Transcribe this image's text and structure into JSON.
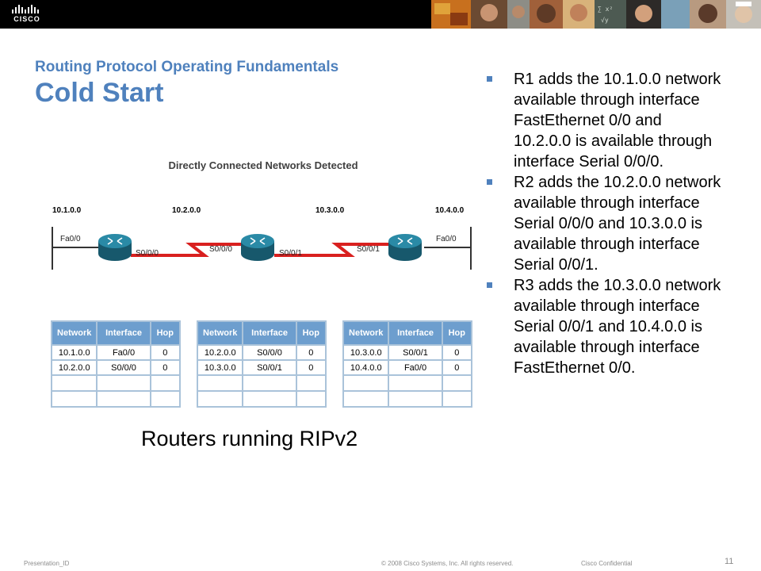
{
  "header": {
    "logo_text": "CISCO"
  },
  "slide": {
    "subtitle": "Routing Protocol Operating Fundamentals",
    "title": "Cold Start",
    "caption": "Routers running RIPv2"
  },
  "diagram": {
    "heading": "Directly Connected Networks Detected",
    "networks": [
      "10.1.0.0",
      "10.2.0.0",
      "10.3.0.0",
      "10.4.0.0"
    ],
    "interfaces": {
      "r1_left": "Fa0/0",
      "r1_right": "S0/0/0",
      "r2_left": "S0/0/0",
      "r2_right": "S0/0/1",
      "r3_left": "S0/0/1",
      "r3_right": "Fa0/0"
    },
    "tables": [
      {
        "headers": [
          "Network",
          "Interface",
          "Hop"
        ],
        "rows": [
          [
            "10.1.0.0",
            "Fa0/0",
            "0"
          ],
          [
            "10.2.0.0",
            "S0/0/0",
            "0"
          ]
        ]
      },
      {
        "headers": [
          "Network",
          "Interface",
          "Hop"
        ],
        "rows": [
          [
            "10.2.0.0",
            "S0/0/0",
            "0"
          ],
          [
            "10.3.0.0",
            "S0/0/1",
            "0"
          ]
        ]
      },
      {
        "headers": [
          "Network",
          "Interface",
          "Hop"
        ],
        "rows": [
          [
            "10.3.0.0",
            "S0/0/1",
            "0"
          ],
          [
            "10.4.0.0",
            "Fa0/0",
            "0"
          ]
        ]
      }
    ]
  },
  "bullets": [
    "R1 adds the 10.1.0.0 network available through interface FastEthernet 0/0 and 10.2.0.0 is available through interface Serial 0/0/0.",
    "R2 adds the 10.2.0.0 network available through interface Serial 0/0/0 and 10.3.0.0 is available through interface Serial 0/0/1.",
    "R3 adds the 10.3.0.0 network available through interface Serial 0/0/1 and 10.4.0.0 is available through interface FastEthernet 0/0."
  ],
  "footer": {
    "presentation_id": "Presentation_ID",
    "copyright": "© 2008 Cisco Systems, Inc. All rights reserved.",
    "confidential": "Cisco Confidential",
    "page_number": "11"
  },
  "colors": {
    "accent": "#4f81bd",
    "table_header": "#6d9ece",
    "router": "#1f6f86",
    "serial_link": "#d9201f"
  }
}
